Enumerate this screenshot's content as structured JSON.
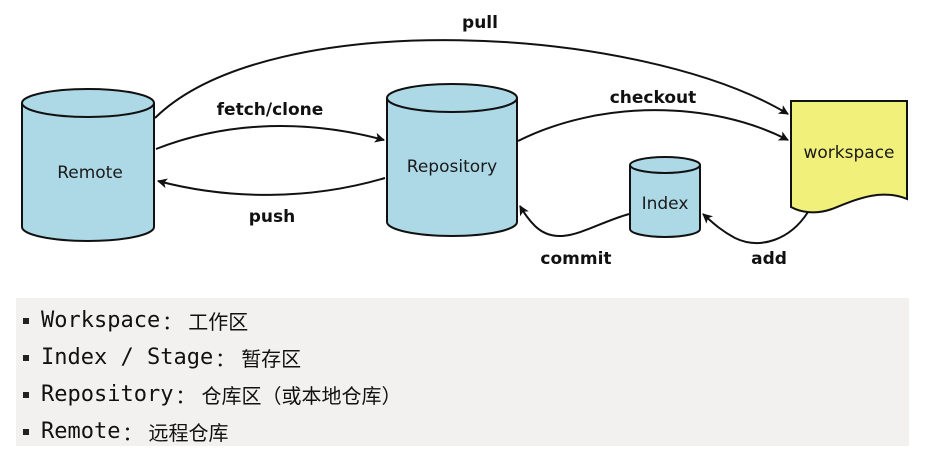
{
  "diagram": {
    "nodes": {
      "remote": "Remote",
      "repository": "Repository",
      "index": "Index",
      "workspace": "workspace"
    },
    "edges": {
      "pull": "pull",
      "fetch_clone": "fetch/clone",
      "push": "push",
      "checkout": "checkout",
      "commit": "commit",
      "add": "add"
    },
    "colors": {
      "cylinder_fill": "#add8e6",
      "workspace_fill": "#f0f07a",
      "stroke": "#111111"
    }
  },
  "legend": {
    "items": [
      {
        "term": "Workspace",
        "sep": "：",
        "desc": "工作区"
      },
      {
        "term": "Index / Stage",
        "sep": "：",
        "desc": "暂存区"
      },
      {
        "term": "Repository",
        "sep": "：",
        "desc": "仓库区（或本地仓库）"
      },
      {
        "term": "Remote",
        "sep": "：",
        "desc": "远程仓库"
      }
    ]
  }
}
